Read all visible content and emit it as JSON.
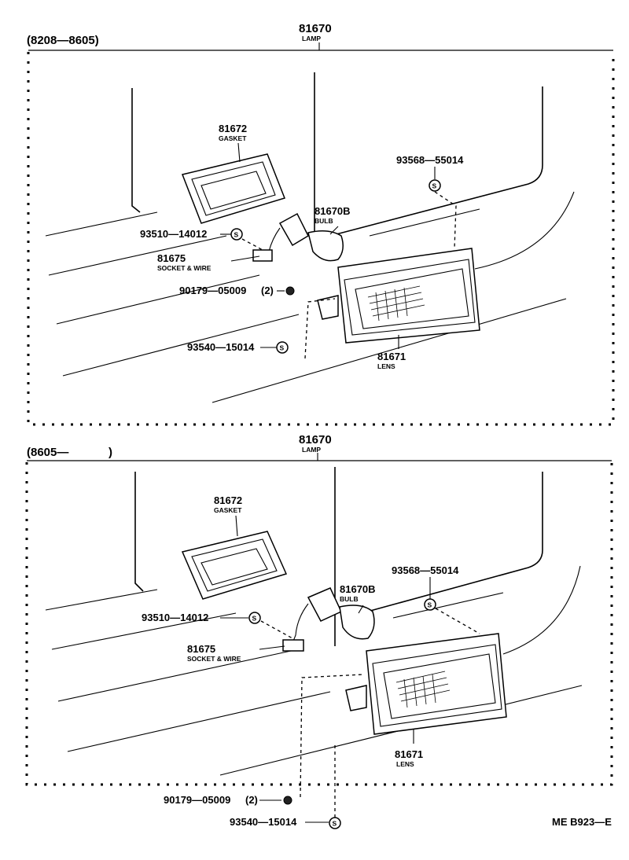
{
  "sections": [
    {
      "period": "(8208—8605)",
      "assembly": {
        "number": "81670",
        "name": "LAMP"
      },
      "parts": [
        {
          "number": "81672",
          "name": "GASKET"
        },
        {
          "number": "81670B",
          "name": "BULB"
        },
        {
          "number": "81675",
          "name": "SOCKET & WIRE"
        },
        {
          "number": "81671",
          "name": "LENS"
        },
        {
          "number": "93568—55014",
          "name": ""
        },
        {
          "number": "93510—14012",
          "name": ""
        },
        {
          "number": "90179—05009",
          "qty": "(2)",
          "name": ""
        },
        {
          "number": "93540—15014",
          "name": ""
        }
      ]
    },
    {
      "period": "(8605—",
      "period_close": ")",
      "assembly": {
        "number": "81670",
        "name": "LAMP"
      },
      "parts": [
        {
          "number": "81672",
          "name": "GASKET"
        },
        {
          "number": "81670B",
          "name": "BULB"
        },
        {
          "number": "81675",
          "name": "SOCKET & WIRE"
        },
        {
          "number": "81671",
          "name": "LENS"
        },
        {
          "number": "93568—55014",
          "name": ""
        },
        {
          "number": "93510—14012",
          "name": ""
        },
        {
          "number": "90179—05009",
          "qty": "(2)",
          "name": ""
        },
        {
          "number": "93540—15014",
          "name": ""
        }
      ]
    }
  ],
  "standard_part_symbol": "S",
  "drawing_code": "ME B923—E",
  "icons": [
    "standard-part-circle-s",
    "nut-symbol",
    "bulb",
    "socket-and-wire",
    "gasket",
    "lens",
    "lamp-housing"
  ]
}
